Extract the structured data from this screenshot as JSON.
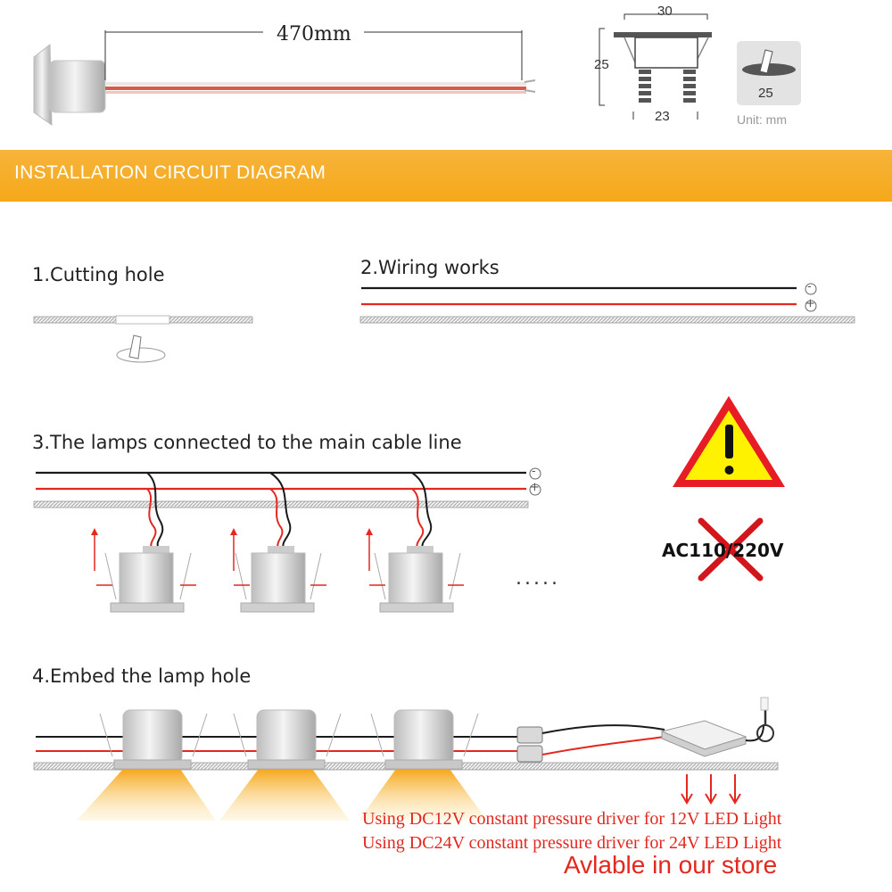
{
  "product": {
    "cable_length": "470mm",
    "dims": {
      "top_width": "30",
      "height": "25",
      "base_width": "23",
      "hole": "25",
      "unit": "Unit: mm"
    }
  },
  "banner": {
    "title": "INSTALLATION CIRCUIT DIAGRAM"
  },
  "steps": [
    "1.Cutting hole",
    "2.Wiring works",
    "3.The lamps connected to the main cable line",
    "4.Embed the lamp hole"
  ],
  "polarity": {
    "negative": "-",
    "positive": "+"
  },
  "ellipsis": ".....",
  "warning": {
    "forbidden_input": "AC110/220V"
  },
  "notes": {
    "dc12": "Using DC12V constant pressure driver for 12V LED Light",
    "dc24": "Using DC24V constant pressure driver for 24V LED Light",
    "store": "Avlable in our store"
  },
  "colors": {
    "accent": "#f5a819",
    "wire_red": "#e4271f",
    "wire_black": "#1a1a1a",
    "warning_yellow": "#fff200",
    "warning_red": "#e81c24",
    "light_beam": "#f8b52a"
  }
}
